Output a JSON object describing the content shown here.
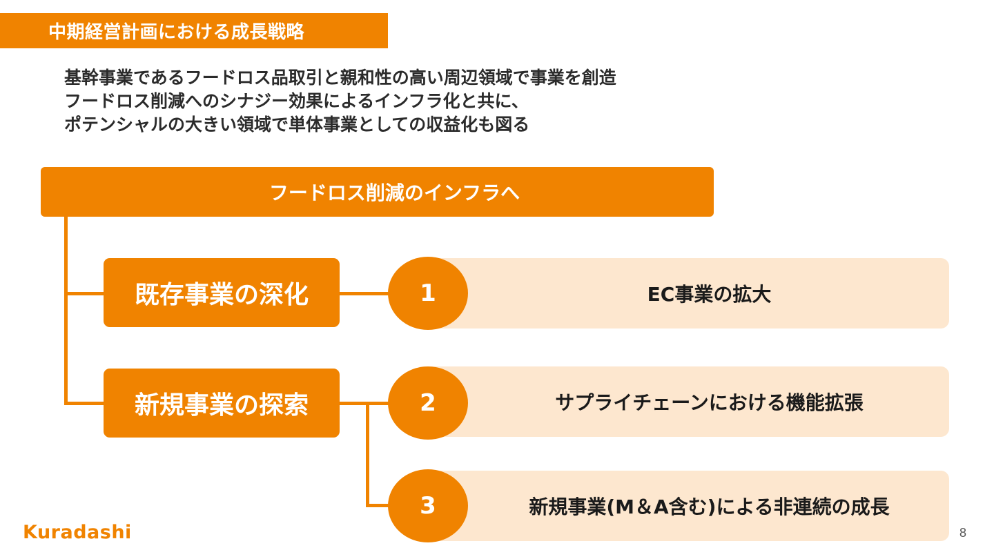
{
  "header": {
    "title": "中期経営計画における成長戦略"
  },
  "intro": {
    "lines": [
      "基幹事業であるフードロス品取引と親和性の高い周辺領域で事業を創造",
      "フードロス削減へのシナジー効果によるインフラ化と共に、",
      "ポテンシャルの大きい領域で単体事業としての収益化も図る"
    ]
  },
  "diagram": {
    "root": "フードロス削減のインフラへ",
    "categories": [
      {
        "label": "既存事業の深化"
      },
      {
        "label": "新規事業の探索"
      }
    ],
    "items": [
      {
        "number": "1",
        "label": "EC事業の拡大",
        "category": "既存事業の深化"
      },
      {
        "number": "2",
        "label": "サプライチェーンにおける機能拡張",
        "category": "新規事業の探索"
      },
      {
        "number": "3",
        "label": "新規事業(M＆A含む)による非連続の成長",
        "category": "新規事業の探索"
      }
    ]
  },
  "footer": {
    "logo": "Kuradashi",
    "page_number": "8"
  },
  "colors": {
    "accent": "#F08300",
    "light_accent": "#FDE7CF"
  }
}
